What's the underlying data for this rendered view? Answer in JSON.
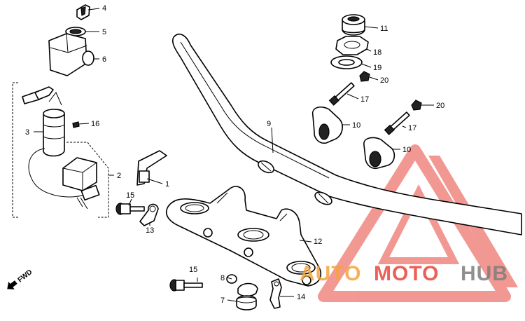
{
  "part_labels": [
    "4",
    "5",
    "6",
    "16",
    "3",
    "2",
    "1",
    "15",
    "13",
    "11",
    "18",
    "19",
    "20",
    "17",
    "10",
    "9",
    "12",
    "15",
    "8",
    "7",
    "14",
    "FWD"
  ],
  "watermark": {
    "auto": "AUTO",
    "moto": "MOTO",
    "hub": "HUB",
    "colors": {
      "accent": "#e8453c",
      "orange": "#f4a43a",
      "gray": "#7d7d7d"
    }
  }
}
